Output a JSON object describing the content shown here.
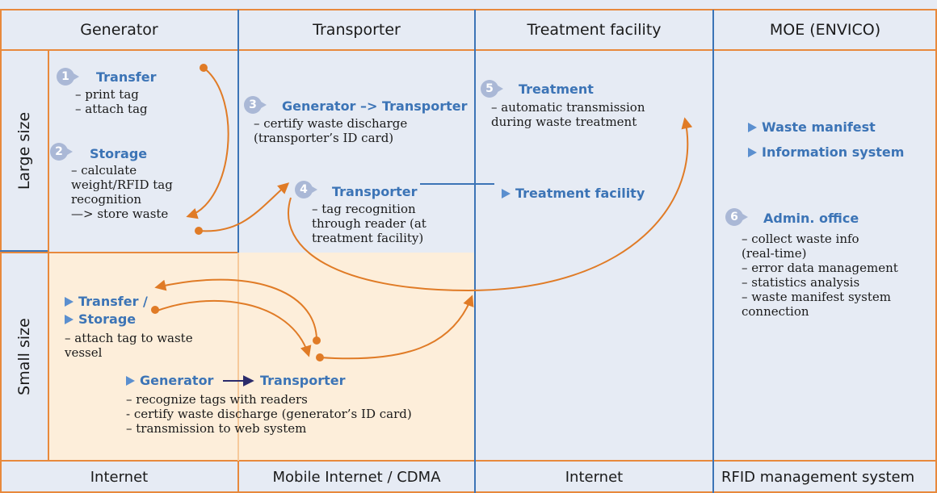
{
  "header": {
    "generator": "Generator",
    "transporter": "Transporter",
    "treatment_facility": "Treatment facility",
    "moe": "MOE (ENVICO)"
  },
  "rows": {
    "large": "Large size",
    "small": "Small size"
  },
  "steps": {
    "s1": {
      "num": "1",
      "title": "Transfer",
      "text": "– print tag\n– attach tag"
    },
    "s2": {
      "num": "2",
      "title": "Storage",
      "text": "– calculate\nweight/RFID tag\nrecognition\n—> store waste"
    },
    "s3": {
      "num": "3",
      "title": "Generator –> Transporter",
      "text": "– certify waste discharge\n(transporter’s ID card)"
    },
    "s4": {
      "num": "4",
      "title": "Transporter",
      "text": "– tag recognition\nthrough reader (at\ntreatment facility)"
    },
    "s5": {
      "num": "5",
      "title": "Treatment",
      "text": "– automatic transmission\nduring waste treatment"
    },
    "s6": {
      "num": "6",
      "title": "Admin. office",
      "text": "– collect waste info\n(real-time)\n– error data management\n– statistics analysis\n– waste manifest system\nconnection"
    }
  },
  "labels": {
    "treatment_facility": "Treatment facility"
  },
  "moe": {
    "waste_manifest": "Waste manifest",
    "information_system": "Information system"
  },
  "small": {
    "transfer": "Transfer /",
    "storage": "Storage",
    "storage_text": "– attach tag to waste\nvessel",
    "generator": "Generator",
    "transporter": "Transporter",
    "generator_text": "– recognize tags with readers\n- certify waste discharge (generator’s ID card)\n– transmission to web system"
  },
  "footer": {
    "generator": "Internet",
    "transporter": "Mobile Internet / CDMA",
    "treatment_facility": "Internet",
    "moe": "RFID management system"
  },
  "colors": {
    "accent_orange": "#e07b26",
    "title_blue": "#3c74b6",
    "background": "#e6ebf4",
    "small_zone": "#fdeeda",
    "badge": "#aab8d6"
  }
}
